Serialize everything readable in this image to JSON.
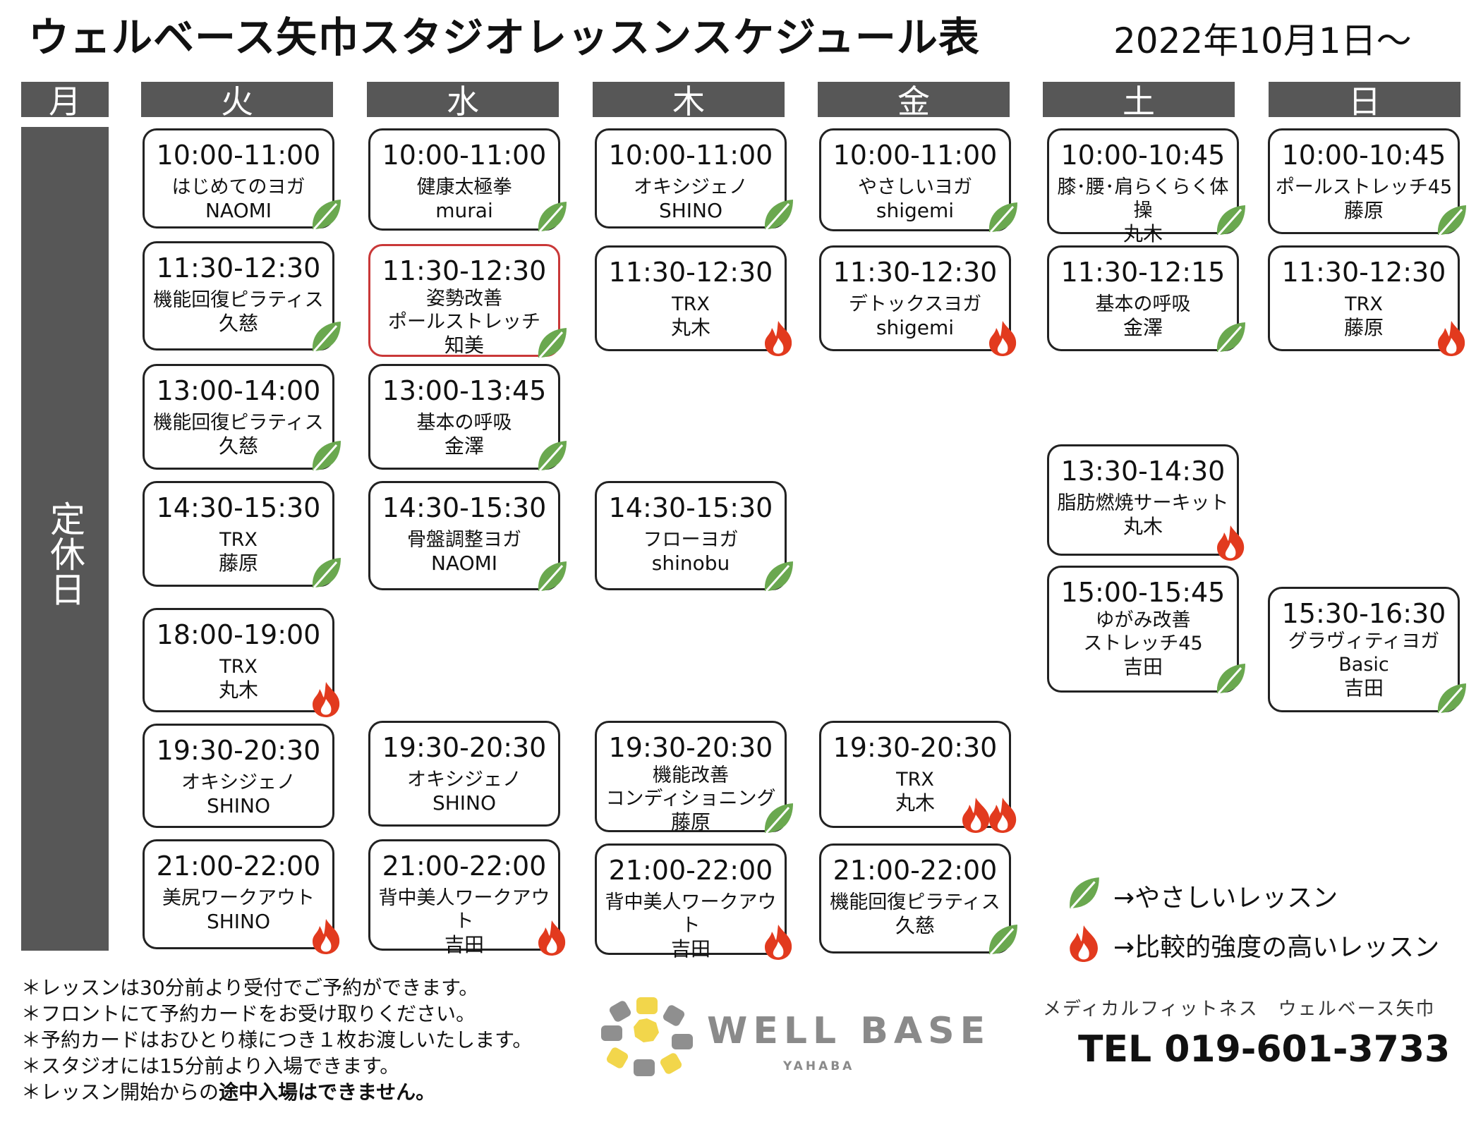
{
  "title": "ウェルベース矢巾スタジオレッスンスケジュール表",
  "date": "2022年10月1日～",
  "days": [
    "月",
    "火",
    "水",
    "木",
    "金",
    "土",
    "日"
  ],
  "closed": "定休日",
  "colors": {
    "header": "#575757",
    "leaf": "#6aa84f",
    "fire": "#e23a1e",
    "highlight_border": "#c93838"
  },
  "lessons": {
    "tue": [
      {
        "time": "10:00-11:00",
        "name": "はじめてのヨガ",
        "instructor": "NAOMI",
        "icon": "leaf-icon"
      },
      {
        "time": "11:30-12:30",
        "name": "機能回復ピラティス",
        "instructor": "久慈",
        "icon": "leaf-icon"
      },
      {
        "time": "13:00-14:00",
        "name": "機能回復ピラティス",
        "instructor": "久慈",
        "icon": "leaf-icon"
      },
      {
        "time": "14:30-15:30",
        "name": "TRX",
        "instructor": "藤原",
        "icon": "leaf-icon"
      },
      {
        "time": "18:00-19:00",
        "name": "TRX",
        "instructor": "丸木",
        "icon": "fire-icon"
      },
      {
        "time": "19:30-20:30",
        "name": "オキシジェノ",
        "instructor": "SHINO",
        "icon": ""
      },
      {
        "time": "21:00-22:00",
        "name": "美尻ワークアウト",
        "instructor": "SHINO",
        "icon": "fire-icon"
      }
    ],
    "wed": [
      {
        "time": "10:00-11:00",
        "name": "健康太極拳",
        "instructor": "murai",
        "icon": "leaf-icon"
      },
      {
        "time": "11:30-12:30",
        "name": "姿勢改善",
        "name2": "ポールストレッチ",
        "instructor": "知美",
        "icon": "leaf-icon"
      },
      {
        "time": "13:00-13:45",
        "name": "基本の呼吸",
        "instructor": "金澤",
        "icon": "leaf-icon"
      },
      {
        "time": "14:30-15:30",
        "name": "骨盤調整ヨガ",
        "instructor": "NAOMI",
        "icon": "leaf-icon"
      },
      {
        "time": "19:30-20:30",
        "name": "オキシジェノ",
        "instructor": "SHINO",
        "icon": ""
      },
      {
        "time": "21:00-22:00",
        "name": "背中美人ワークアウト",
        "instructor": "吉田",
        "icon": "fire-icon"
      }
    ],
    "thu": [
      {
        "time": "10:00-11:00",
        "name": "オキシジェノ",
        "instructor": "SHINO",
        "icon": "leaf-icon"
      },
      {
        "time": "11:30-12:30",
        "name": "TRX",
        "instructor": "丸木",
        "icon": "fire-icon"
      },
      {
        "time": "14:30-15:30",
        "name": "フローヨガ",
        "instructor": "shinobu",
        "icon": "leaf-icon"
      },
      {
        "time": "19:30-20:30",
        "name": "機能改善",
        "name2": "コンディショニング",
        "instructor": "藤原",
        "icon": "leaf-icon"
      },
      {
        "time": "21:00-22:00",
        "name": "背中美人ワークアウト",
        "instructor": "吉田",
        "icon": "fire-icon"
      }
    ],
    "fri": [
      {
        "time": "10:00-11:00",
        "name": "やさしいヨガ",
        "instructor": "shigemi",
        "icon": "leaf-icon"
      },
      {
        "time": "11:30-12:30",
        "name": "デトックスヨガ",
        "instructor": "shigemi",
        "icon": "fire-icon"
      },
      {
        "time": "19:30-20:30",
        "name": "TRX",
        "instructor": "丸木",
        "icon": "fire-icon-double"
      },
      {
        "time": "21:00-22:00",
        "name": "機能回復ピラティス",
        "instructor": "久慈",
        "icon": "leaf-icon"
      }
    ],
    "sat": [
      {
        "time": "10:00-10:45",
        "name": "膝･腰･肩らくらく体操",
        "instructor": "丸木",
        "icon": "leaf-icon"
      },
      {
        "time": "11:30-12:15",
        "name": "基本の呼吸",
        "instructor": "金澤",
        "icon": "leaf-icon"
      },
      {
        "time": "13:30-14:30",
        "name": "脂肪燃焼サーキット",
        "instructor": "丸木",
        "icon": "fire-icon"
      },
      {
        "time": "15:00-15:45",
        "name": "ゆがみ改善",
        "name2": "ストレッチ45",
        "instructor": "吉田",
        "icon": "leaf-icon"
      }
    ],
    "sun": [
      {
        "time": "10:00-10:45",
        "name": "ポールストレッチ45",
        "instructor": "藤原",
        "icon": "leaf-icon"
      },
      {
        "time": "11:30-12:30",
        "name": "TRX",
        "instructor": "藤原",
        "icon": "fire-icon"
      },
      {
        "time": "15:30-16:30",
        "name": "グラヴィティヨガ",
        "name2": "Basic",
        "instructor": "吉田",
        "icon": "leaf-icon"
      }
    ]
  },
  "legend": {
    "gentle": "→やさしいレッスン",
    "intense": "→比較的強度の高いレッスン"
  },
  "notes": [
    "＊レッスンは30分前より受付でご予約ができます。",
    "＊フロントにて予約カードをお受け取りください。",
    "＊予約カードはおひとり様につき１枚お渡しいたします。",
    "＊スタジオには15分前より入場できます。"
  ],
  "note_last_pre": "＊レッスン開始からの",
  "note_last_bold": "途中入場はできません。",
  "logo": {
    "word": "WELL BASE",
    "sub": "YAHABA"
  },
  "company": "メディカルフィットネス　ウェルベース矢巾",
  "tel": "TEL 019-601-3733"
}
